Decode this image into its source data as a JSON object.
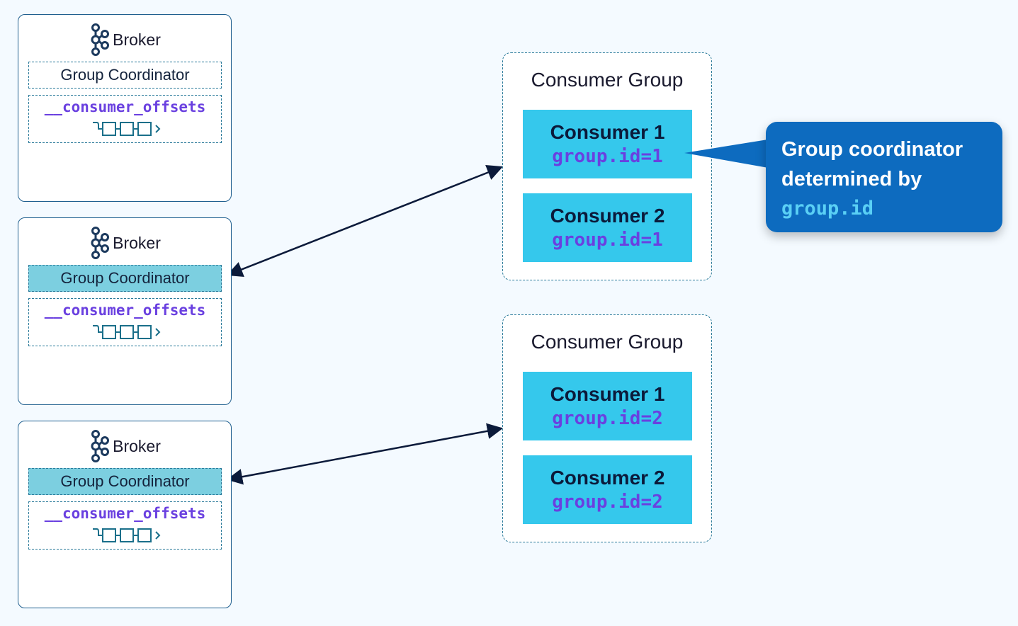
{
  "brokers": [
    {
      "label": "Broker",
      "coordinator": "Group Coordinator",
      "offsets_topic": "__consumer_offsets",
      "coordinator_active": false
    },
    {
      "label": "Broker",
      "coordinator": "Group Coordinator",
      "offsets_topic": "__consumer_offsets",
      "coordinator_active": true
    },
    {
      "label": "Broker",
      "coordinator": "Group Coordinator",
      "offsets_topic": "__consumer_offsets",
      "coordinator_active": true
    }
  ],
  "groups": [
    {
      "title": "Consumer Group",
      "consumers": [
        {
          "name": "Consumer 1",
          "group_id": "group.id=1"
        },
        {
          "name": "Consumer 2",
          "group_id": "group.id=1"
        }
      ]
    },
    {
      "title": "Consumer Group",
      "consumers": [
        {
          "name": "Consumer 1",
          "group_id": "group.id=2"
        },
        {
          "name": "Consumer 2",
          "group_id": "group.id=2"
        }
      ]
    }
  ],
  "callout": {
    "line1": "Group coordinator",
    "line2": "determined by",
    "code": "group.id"
  },
  "colors": {
    "consumer_fill": "#35c8ec",
    "coordinator_active_fill": "#7ccfe0",
    "callout_fill": "#0d6bbf",
    "code_text": "#6a40e0",
    "arrow": "#0b1a3a"
  },
  "icons": {
    "broker": "kafka-logo-icon",
    "log": "log-segments-icon"
  }
}
